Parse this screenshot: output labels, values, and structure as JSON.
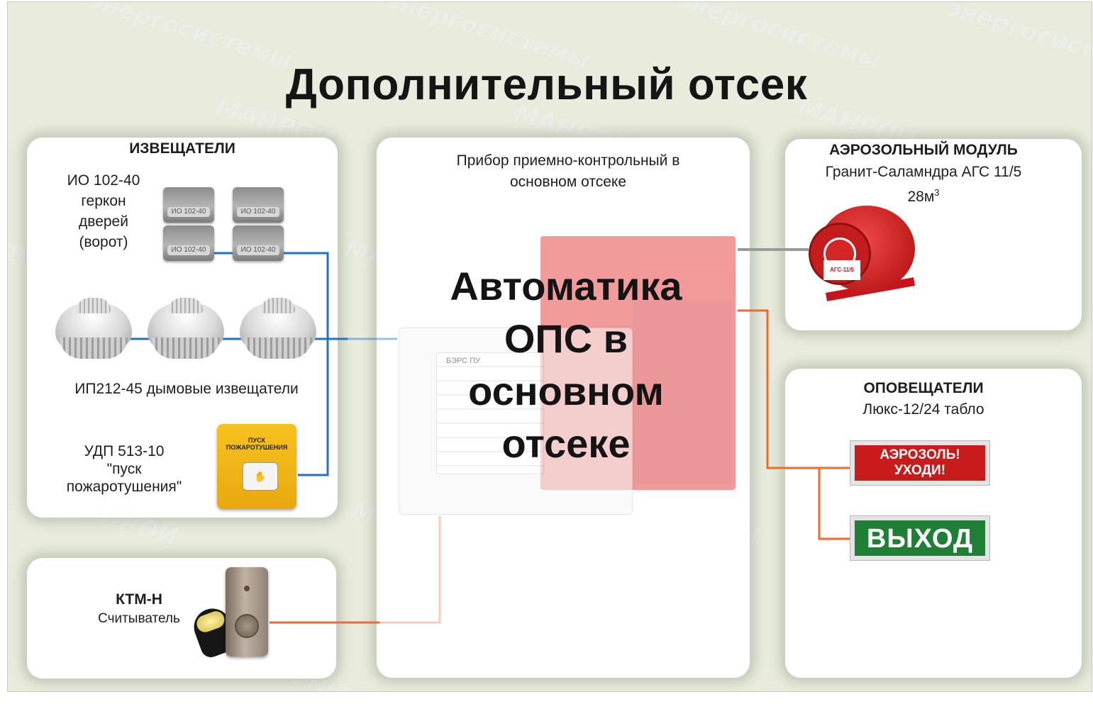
{
  "title": "Дополнительный отсек",
  "watermark": {
    "line1": "МАНРОЙ",
    "line2": "энергосистемы"
  },
  "sensors_panel": {
    "header": "ИЗВЕЩАТЕЛИ",
    "gerkon_label": [
      "ИО 102-40",
      "геркон",
      "дверей",
      "(ворот)"
    ],
    "gerkon_marking": "ИО 102-40",
    "smoke_label": "ИП212-45 дымовые извещатели",
    "callpoint_label": [
      "УДП 513-10",
      "\"пуск",
      "пожаротушения\""
    ],
    "callpoint_device_text": "ПУСК ПОЖАРОТУШЕНИЯ"
  },
  "reader_panel": {
    "name": "КТМ-Н",
    "desc": "Считыватель"
  },
  "center_panel": {
    "caption": [
      "Прибор приемно-контрольный в",
      "основном отсеке"
    ],
    "big_text": [
      "Автоматика",
      "ОПС в",
      "основном",
      "отсеке"
    ],
    "device_tag": "БЭРС ПУ"
  },
  "aerosol_panel": {
    "header": "АЭРОЗОЛЬНЫЙ МОДУЛЬ",
    "model": "Гранит-Саламндра АГС 11/5",
    "volume": "28м",
    "volume_sup": "3",
    "device_label": "АГС-11/5"
  },
  "alarm_panel": {
    "header": "ОПОВЕЩАТЕЛИ",
    "model": "Люкс-12/24 табло",
    "sign_red": [
      "АЭРОЗОЛЬ!",
      "УХОДИ!"
    ],
    "sign_green": "ВЫХОД"
  },
  "colors": {
    "background": "#e9ecdd",
    "wire_blue": "#1e73c8",
    "wire_orange": "#f06a2a",
    "wire_gray": "#9a9a9a",
    "sign_red": "#c91b1b",
    "sign_green": "#1f7f35"
  }
}
